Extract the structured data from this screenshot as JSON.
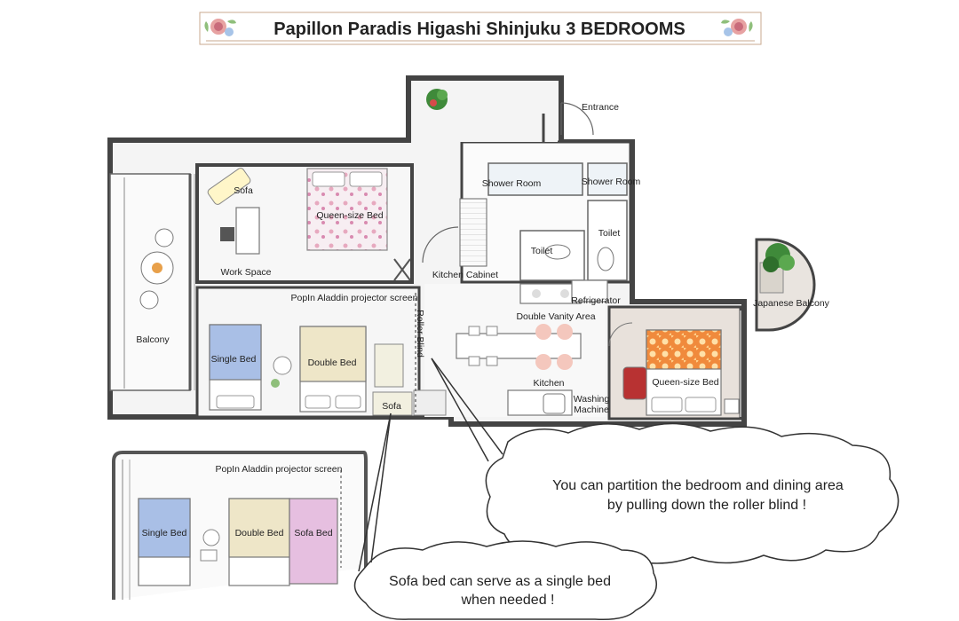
{
  "title": "Papillon Paradis Higashi Shinjuku 3 BEDROOMS",
  "rooms": {
    "entrance": "Entrance",
    "shower_room_1": "Shower Room",
    "shower_room_2": "Shower Room",
    "toilet_1": "Toilet",
    "toilet_2": "Toilet",
    "sofa_top": "Sofa",
    "queen_bed_top": "Queen-size Bed",
    "work_space": "Work Space",
    "kitchen_cabinet": "Kitchen Cabinet",
    "refrigerator": "Refrigerator",
    "projector_screen": "PopIn Aladdin projector screen",
    "double_vanity": "Double Vanity Area",
    "japanese_balcony": "Japanese Balcony",
    "balcony": "Balcony",
    "roller_blind": "Roller Blind",
    "single_bed": "Single Bed",
    "double_bed": "Double Bed",
    "sofa_main": "Sofa",
    "kitchen": "Kitchen",
    "washing_machine_1": "Washing",
    "washing_machine_2": "Machine",
    "queen_bed_right": "Queen-size Bed"
  },
  "inset": {
    "projector_screen": "PopIn Aladdin projector screen",
    "single_bed": "Single Bed",
    "double_bed": "Double Bed",
    "sofa_bed": "Sofa Bed"
  },
  "callouts": {
    "partition_line1": "You can partition the bedroom and dining area",
    "partition_line2": "by pulling down the roller blind !",
    "sofabed_line1": "Sofa bed can serve as a single bed",
    "sofabed_line2": "when needed !"
  },
  "colors": {
    "wall": "#444444",
    "floor": "#f1f1f1",
    "single_bed": "#a9bfe6",
    "double_bed": "#eee6c8",
    "sofa_bed": "#e6bfe0",
    "queen_bed_right": "#f08a3c",
    "queen_bed_top": "#f3d9e3",
    "right_room_floor": "#e8e1db",
    "plant": "#3f8a3a"
  },
  "icons": [
    "rose-flower-icon",
    "plant-icon",
    "door-arc-icon"
  ]
}
